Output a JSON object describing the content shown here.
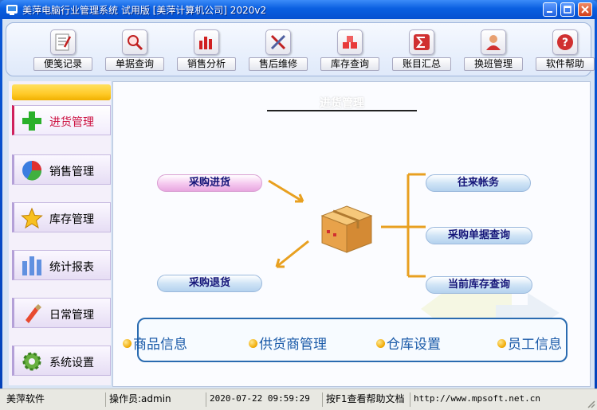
{
  "window": {
    "title": "美萍电脑行业管理系统 试用版 [美萍计算机公司] 2020v2"
  },
  "toolbar": {
    "buttons": [
      {
        "label": "便笺记录",
        "icon": "notepad-icon"
      },
      {
        "label": "单据查询",
        "icon": "magnifier-icon"
      },
      {
        "label": "销售分析",
        "icon": "bar-chart-icon"
      },
      {
        "label": "售后维修",
        "icon": "tools-icon"
      },
      {
        "label": "库存查询",
        "icon": "boxes-icon"
      },
      {
        "label": "账目汇总",
        "icon": "sigma-icon"
      },
      {
        "label": "换班管理",
        "icon": "users-icon"
      },
      {
        "label": "软件帮助",
        "icon": "help-icon"
      }
    ]
  },
  "sidebar": {
    "items": [
      {
        "label": "进货管理",
        "icon": "plus-icon",
        "active": true
      },
      {
        "label": "销售管理",
        "icon": "pie-icon",
        "active": false
      },
      {
        "label": "库存管理",
        "icon": "star-icon",
        "active": false
      },
      {
        "label": "统计报表",
        "icon": "bars-icon",
        "active": false
      },
      {
        "label": "日常管理",
        "icon": "brush-icon",
        "active": false
      },
      {
        "label": "系统设置",
        "icon": "gear-icon",
        "active": false
      }
    ]
  },
  "main": {
    "heading": "进货管理",
    "flow": {
      "purchase_in": "采购进货",
      "purchase_return": "采购退货",
      "accounts": "往来帐务",
      "purchase_query": "采购单据查询",
      "stock_query": "当前库存查询"
    },
    "info": {
      "product": "商品信息",
      "supplier": "供货商管理",
      "warehouse": "仓库设置",
      "employee": "员工信息"
    }
  },
  "status": {
    "app": "美萍软件",
    "operator": "操作员:admin",
    "datetime": "2020-07-22 09:59:29",
    "help": "按F1查看帮助文档",
    "url": "http://www.mpsoft.net.cn"
  },
  "colors": {
    "title_bar": "#0a5fe0",
    "active_nav": "#cc1040",
    "flow_text": "#141478",
    "connector": "#e8a020",
    "info_text": "#1a5aa8"
  }
}
